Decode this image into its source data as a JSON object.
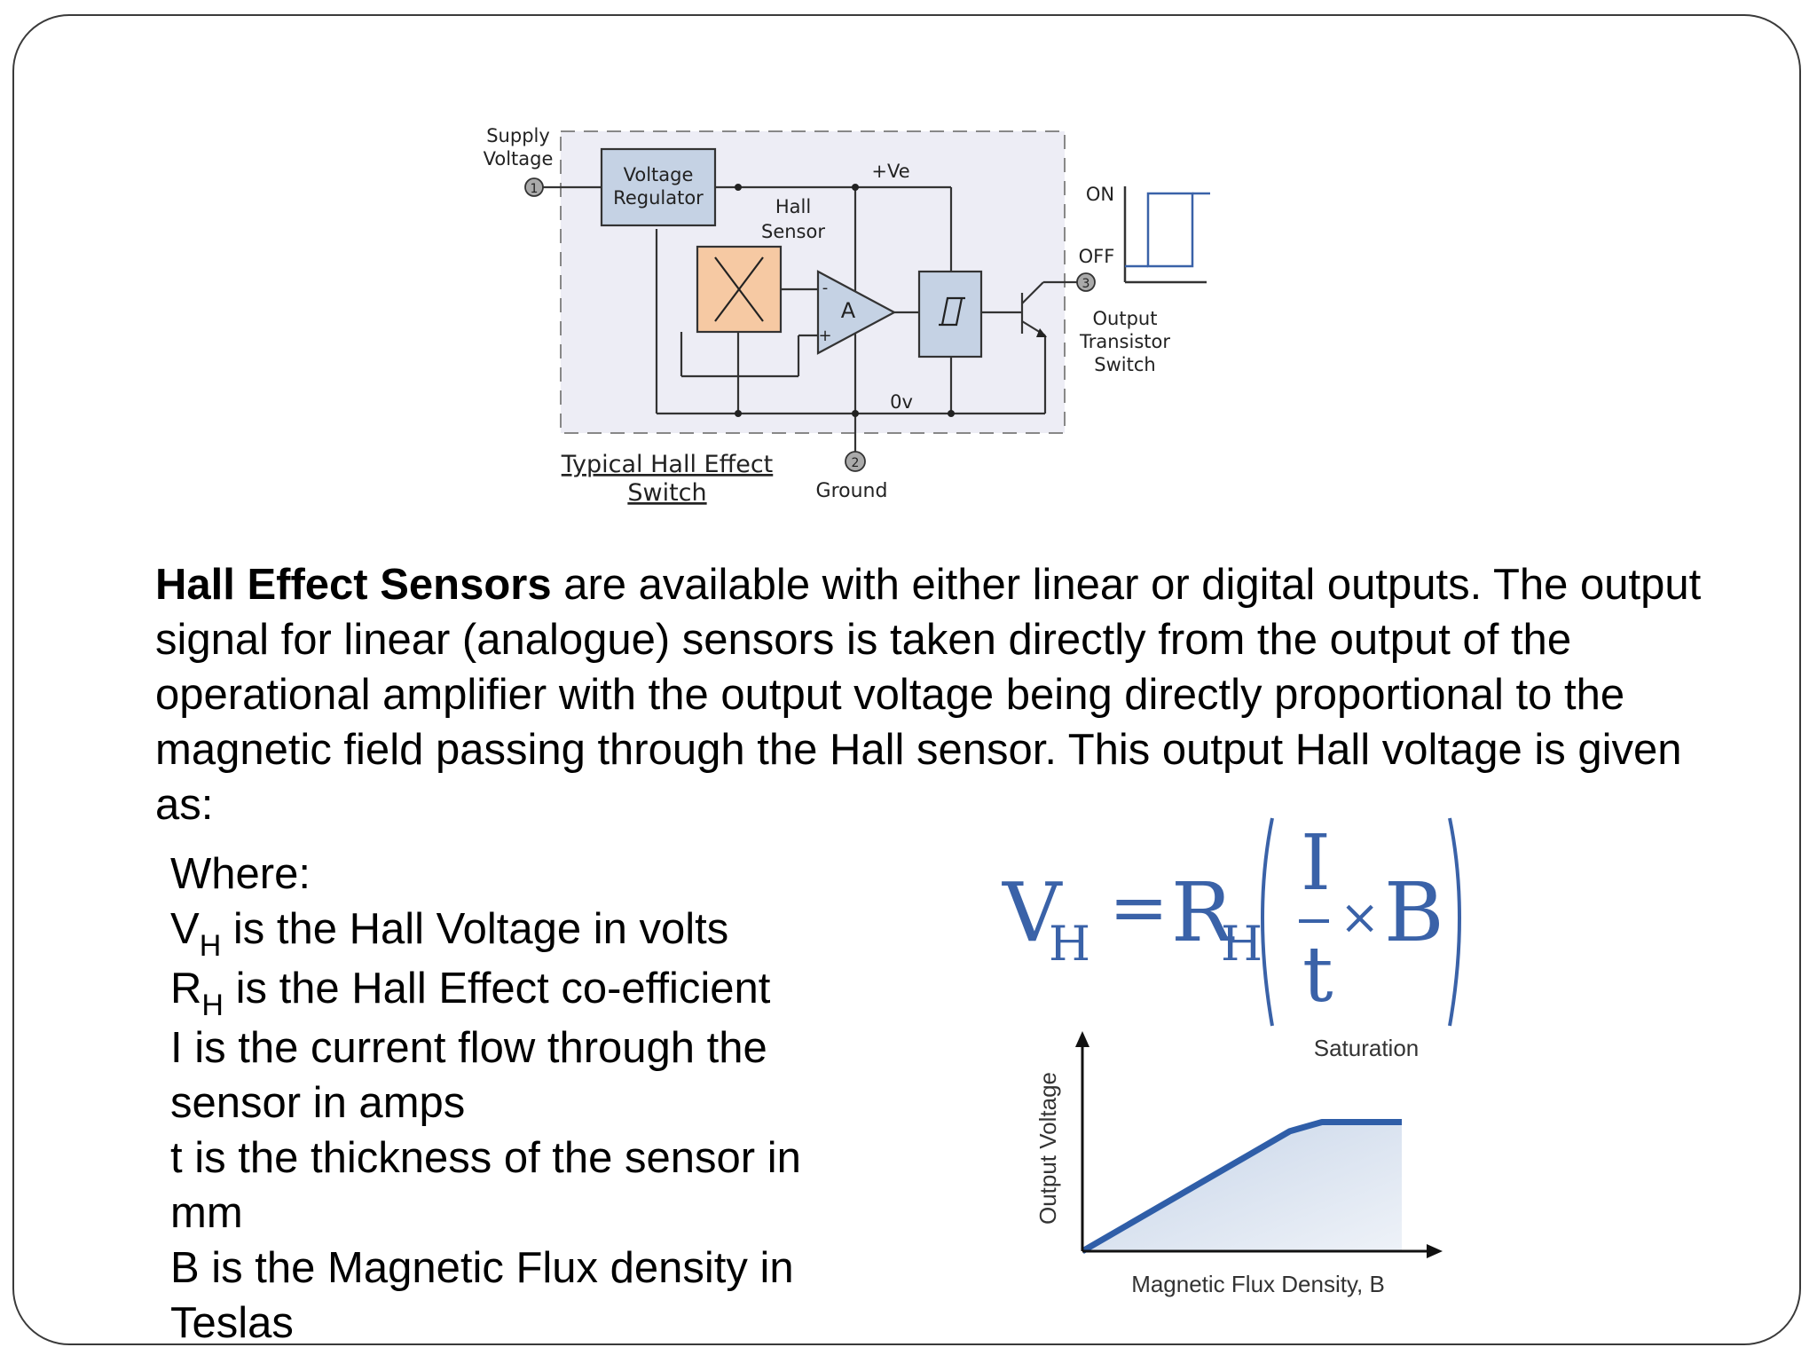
{
  "diagram": {
    "supply_label_1": "Supply",
    "supply_label_2": "Voltage",
    "pin1": "1",
    "pin2": "2",
    "pin3": "3",
    "regulator_1": "Voltage",
    "regulator_2": "Regulator",
    "plus_ve": "+Ve",
    "hall_sensor_1": "Hall",
    "hall_sensor_2": "Sensor",
    "amp_label": "A",
    "amp_minus": "-",
    "amp_plus": "+",
    "zero_v": "0v",
    "on_label": "ON",
    "off_label": "OFF",
    "output_1": "Output",
    "output_2": "Transistor",
    "output_3": "Switch",
    "caption_1": "Typical Hall Effect",
    "caption_2": "Switch",
    "ground": "Ground"
  },
  "paragraph": {
    "bold": "Hall Effect Sensors",
    "rest": " are available with either linear or digital outputs. The output signal for linear (analogue) sensors is taken directly from the output of the operational amplifier with the output voltage being directly proportional to the magnetic field passing through the Hall sensor. This output Hall voltage is given as:"
  },
  "definitions": {
    "where": "Where:",
    "vh_sym": "V",
    "vh_sub": "H",
    "vh_text": " is the Hall Voltage in volts",
    "rh_sym": "R",
    "rh_sub": "H",
    "rh_text": " is the Hall Effect co-efficient",
    "i_text_1": "I is the current flow through the",
    "i_text_2": "sensor in amps",
    "t_text_1": "t is the thickness of the sensor in",
    "t_text_2": "mm",
    "b_text_1": "B is the Magnetic Flux density in",
    "b_text_2": "Teslas"
  },
  "formula": {
    "v": "V",
    "v_sub": "H",
    "equals": "=",
    "r": "R",
    "r_sub": "H",
    "numerator": "I",
    "denominator": "t",
    "times": "×",
    "b": "B",
    "color": "#3a62a8"
  },
  "chart_data": {
    "type": "line",
    "xlabel": "Magnetic Flux Density, B",
    "ylabel": "Output Voltage",
    "annotation": "Saturation",
    "series": [
      {
        "points": [
          [
            0,
            0
          ],
          [
            0.65,
            0.66
          ],
          [
            0.75,
            0.71
          ],
          [
            1.0,
            0.71
          ]
        ]
      }
    ],
    "line_color": "#2f5ea8",
    "fill_color": "#c6d4e8"
  }
}
